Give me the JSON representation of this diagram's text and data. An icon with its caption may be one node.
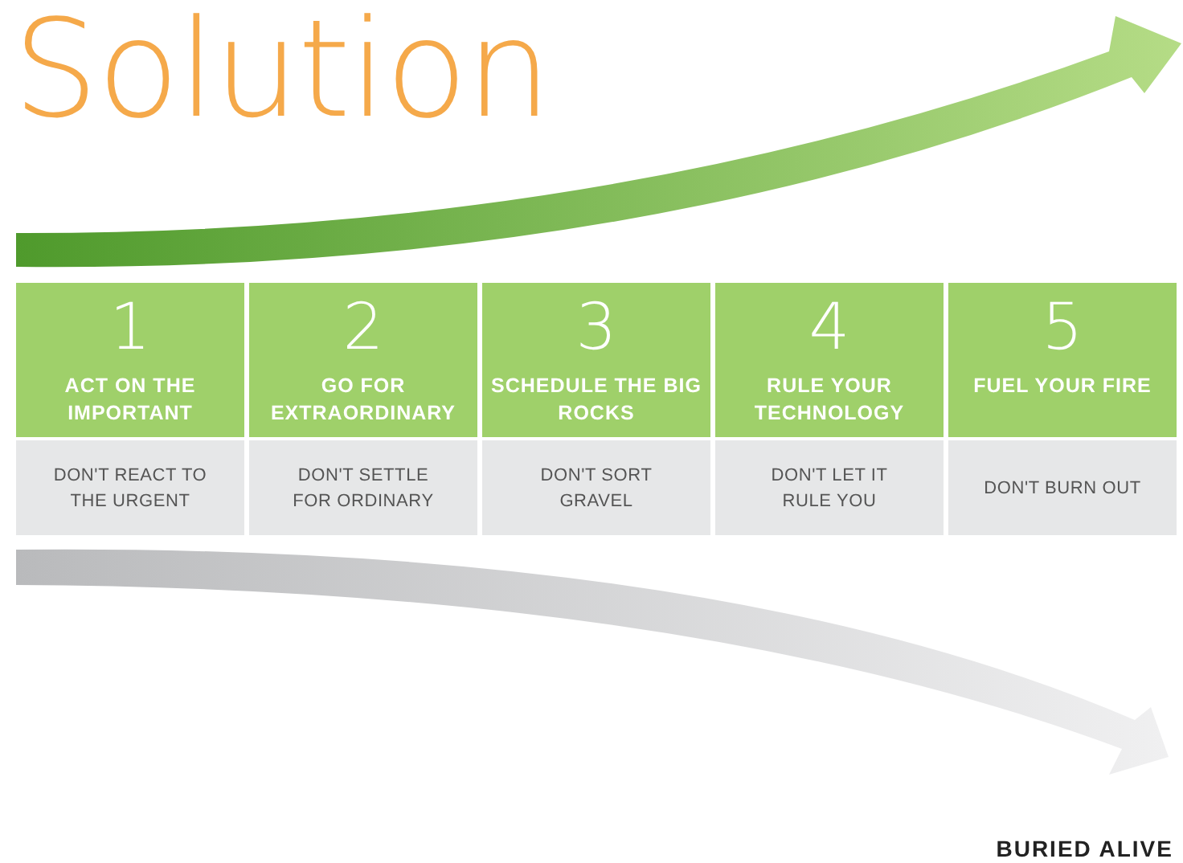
{
  "diagram": {
    "title": "Solution",
    "nodes": [
      {
        "text": [
          "1",
          "ACT ON THE IMPORTANT"
        ]
      },
      {
        "text": [
          "2",
          "GO FOR EXTRAORDINARY"
        ]
      },
      {
        "text": [
          "3",
          "SCHEDULE THE BIG ROCKS"
        ]
      },
      {
        "text": [
          "4",
          "RULE YOUR TECHNOLOGY"
        ]
      },
      {
        "text": [
          "5",
          "FUEL YOUR FIRE"
        ]
      },
      {
        "text": [
          "DON'T REACT TO THE URGENT"
        ]
      },
      {
        "text": [
          "DON'T SETTLE FOR ORDINARY"
        ]
      },
      {
        "text": [
          "DON'T SORT GRAVEL"
        ]
      },
      {
        "text": [
          "DON'T LET IT RULE YOU"
        ]
      },
      {
        "text": [
          "DON'T BURN OUT"
        ]
      }
    ],
    "labels": [
      "BURIED ALIVE"
    ]
  }
}
